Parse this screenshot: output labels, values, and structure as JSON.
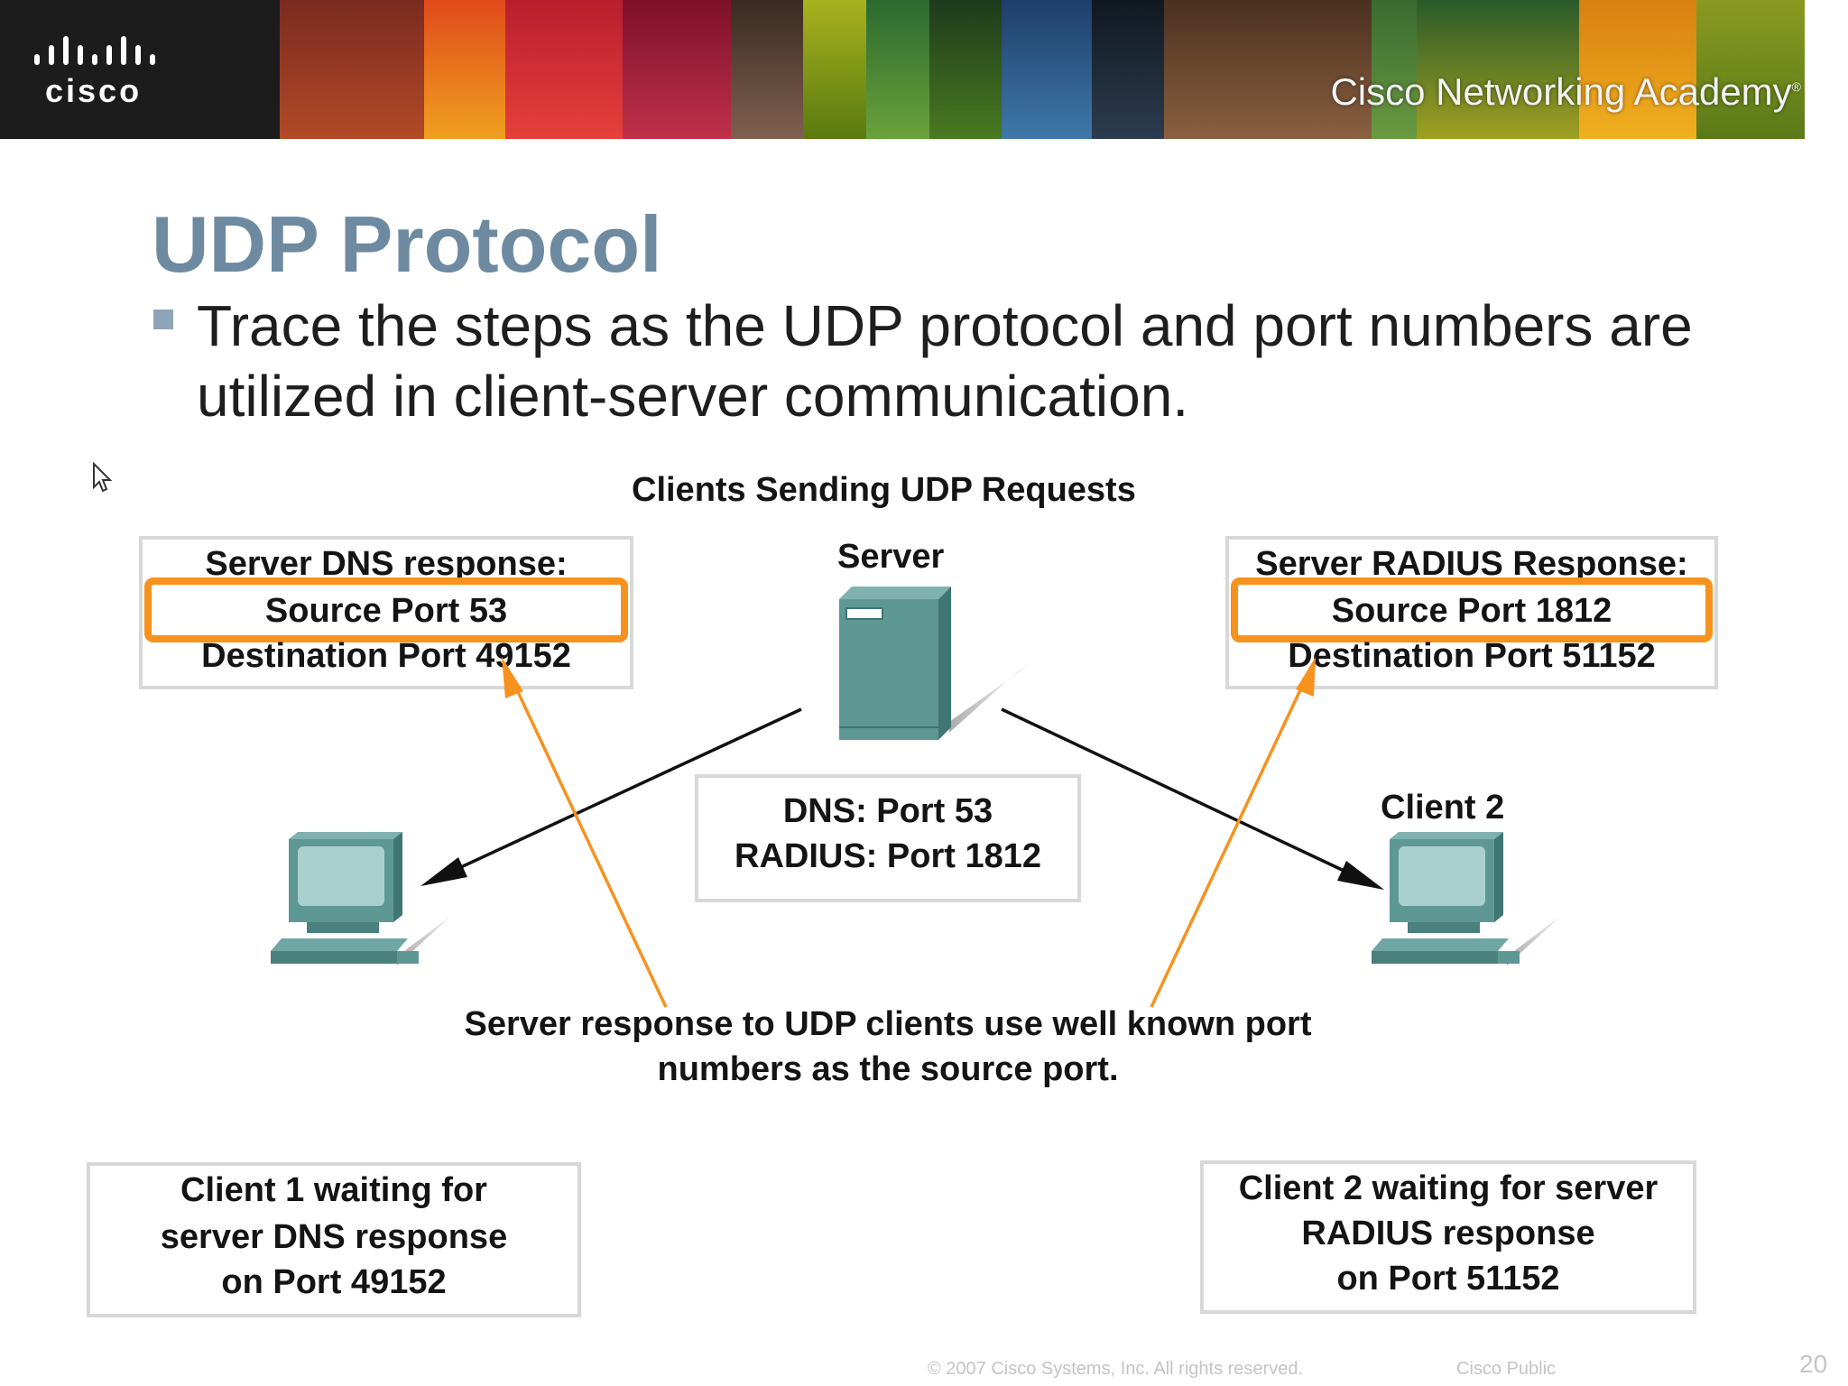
{
  "header": {
    "logo_text": "cisco",
    "academy": "Cisco Networking Academy",
    "trademark": "®"
  },
  "slide": {
    "title": "UDP Protocol",
    "bullet": "Trace the steps as the UDP protocol and port numbers are utilized in client-server communication."
  },
  "diagram": {
    "heading": "Clients Sending UDP  Requests",
    "server_label": "Server",
    "client2_label": "Client 2",
    "dns_response": {
      "title": "Server DNS response:",
      "source": "Source Port 53",
      "destination": "Destination Port 49152"
    },
    "radius_response": {
      "title": "Server RADIUS Response:",
      "source": "Source Port 1812",
      "destination": "Destination Port 51152"
    },
    "ports_box": {
      "line1": "DNS: Port 53",
      "line2": "RADIUS: Port 1812"
    },
    "note": {
      "line1": "Server response to UDP clients use well known port",
      "line2": "numbers as the source port."
    },
    "client1_wait": {
      "line1": "Client 1 waiting for",
      "line2": "server DNS response",
      "line3": "on Port 49152"
    },
    "client2_wait": {
      "line1": "Client 2 waiting for server",
      "line2": "RADIUS response",
      "line3": "on Port 51152"
    },
    "colors": {
      "device": "#5e9895",
      "highlight": "#f7921e",
      "title": "#6d8aa1"
    }
  },
  "footer": {
    "copyright": "© 2007 Cisco Systems, Inc. All rights reserved.",
    "classification": "Cisco Public",
    "page": "20"
  }
}
